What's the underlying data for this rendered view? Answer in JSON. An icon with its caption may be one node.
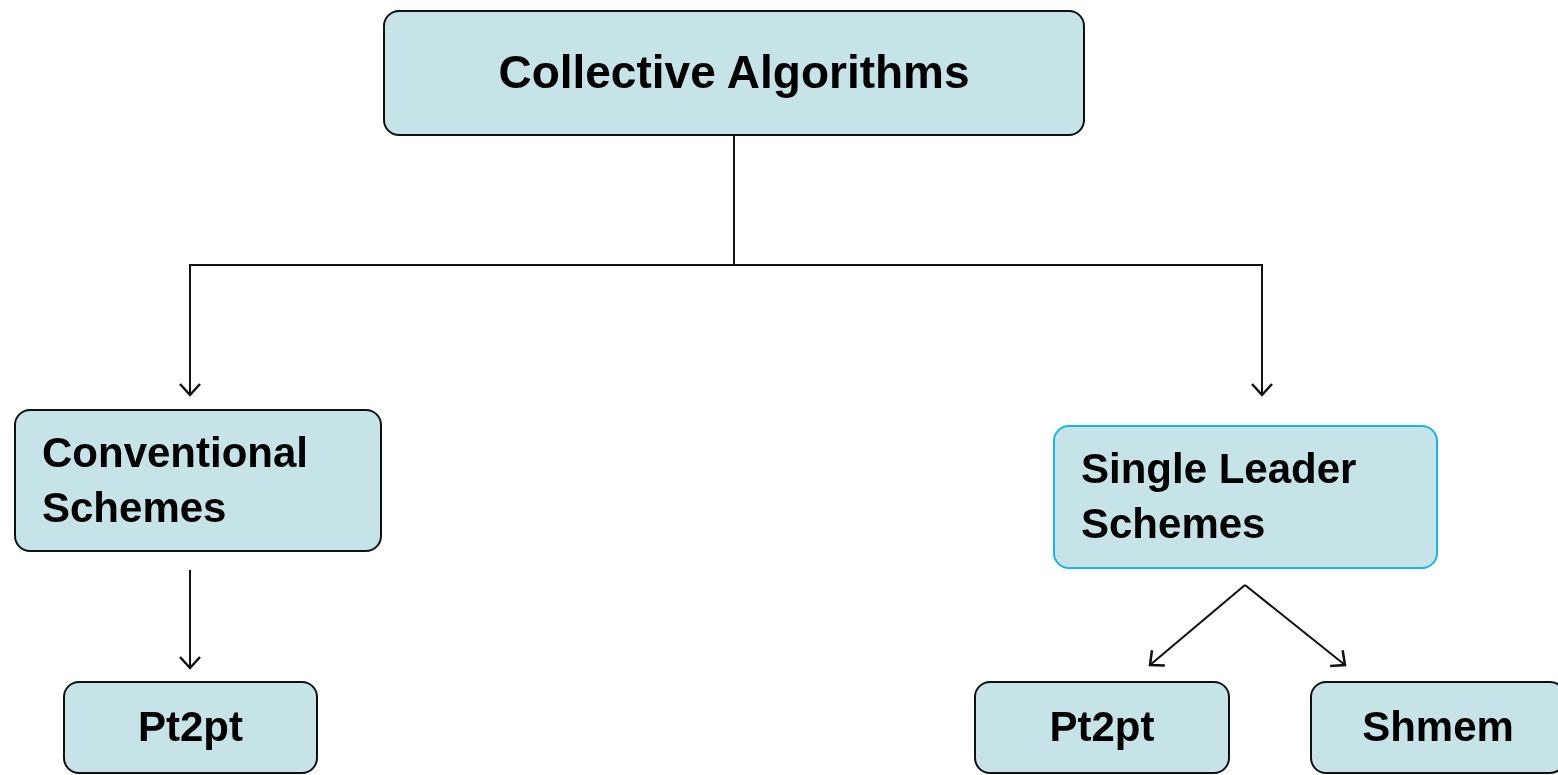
{
  "diagram": {
    "nodes": [
      {
        "text": [
          "Collective Algorithms"
        ]
      },
      {
        "text": [
          "Conventional Schemes"
        ]
      },
      {
        "text": [
          "Single Leader Schemes"
        ]
      },
      {
        "text": [
          "Pt2pt"
        ]
      },
      {
        "text": [
          "Pt2pt"
        ]
      },
      {
        "text": [
          "Shmem"
        ]
      }
    ],
    "edges": [
      {
        "from": 0,
        "to": 1,
        "arrow": "to"
      },
      {
        "from": 0,
        "to": 2,
        "arrow": "to"
      },
      {
        "from": 1,
        "to": 3,
        "arrow": "to"
      },
      {
        "from": 2,
        "to": 4,
        "arrow": "to"
      },
      {
        "from": 2,
        "to": 5,
        "arrow": "to"
      }
    ]
  }
}
